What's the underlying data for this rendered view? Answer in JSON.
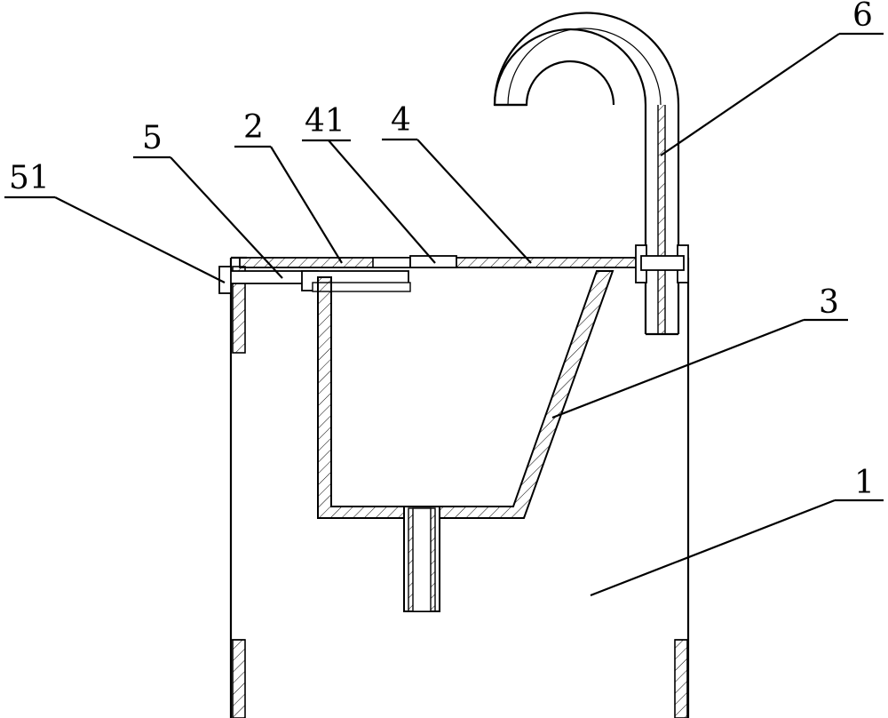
{
  "labels": {
    "l51": "51",
    "l5": "5",
    "l2": "2",
    "l41": "41",
    "l4": "4",
    "l6": "6",
    "l3": "3",
    "l1": "1"
  }
}
